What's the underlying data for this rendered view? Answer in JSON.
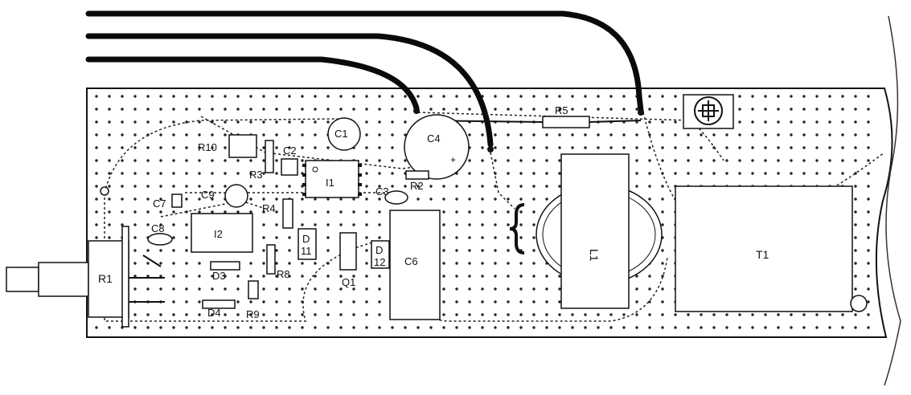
{
  "diagram": {
    "board_labels": {
      "r1": "R1",
      "r2": "R2",
      "r3": "R3",
      "r4": "R4",
      "r5": "R5",
      "r8": "R8",
      "r9": "R9",
      "r10": "R10",
      "c1": "C1",
      "c2": "C2",
      "c3": "C3",
      "c4": "C4",
      "c6": "C6",
      "c7": "C7",
      "c8": "C8",
      "c9": "C9",
      "d3": "D3",
      "d4": "D4",
      "d11_a": "D",
      "d11_b": "11",
      "d12_a": "D",
      "d12_b": "12",
      "i1": "I1",
      "i2": "I2",
      "q1": "Q1",
      "t1": "T1",
      "l1": "L1"
    },
    "colors": {
      "ink": "#111111",
      "board": "#ffffff",
      "wire": "#0a0a0a"
    }
  }
}
